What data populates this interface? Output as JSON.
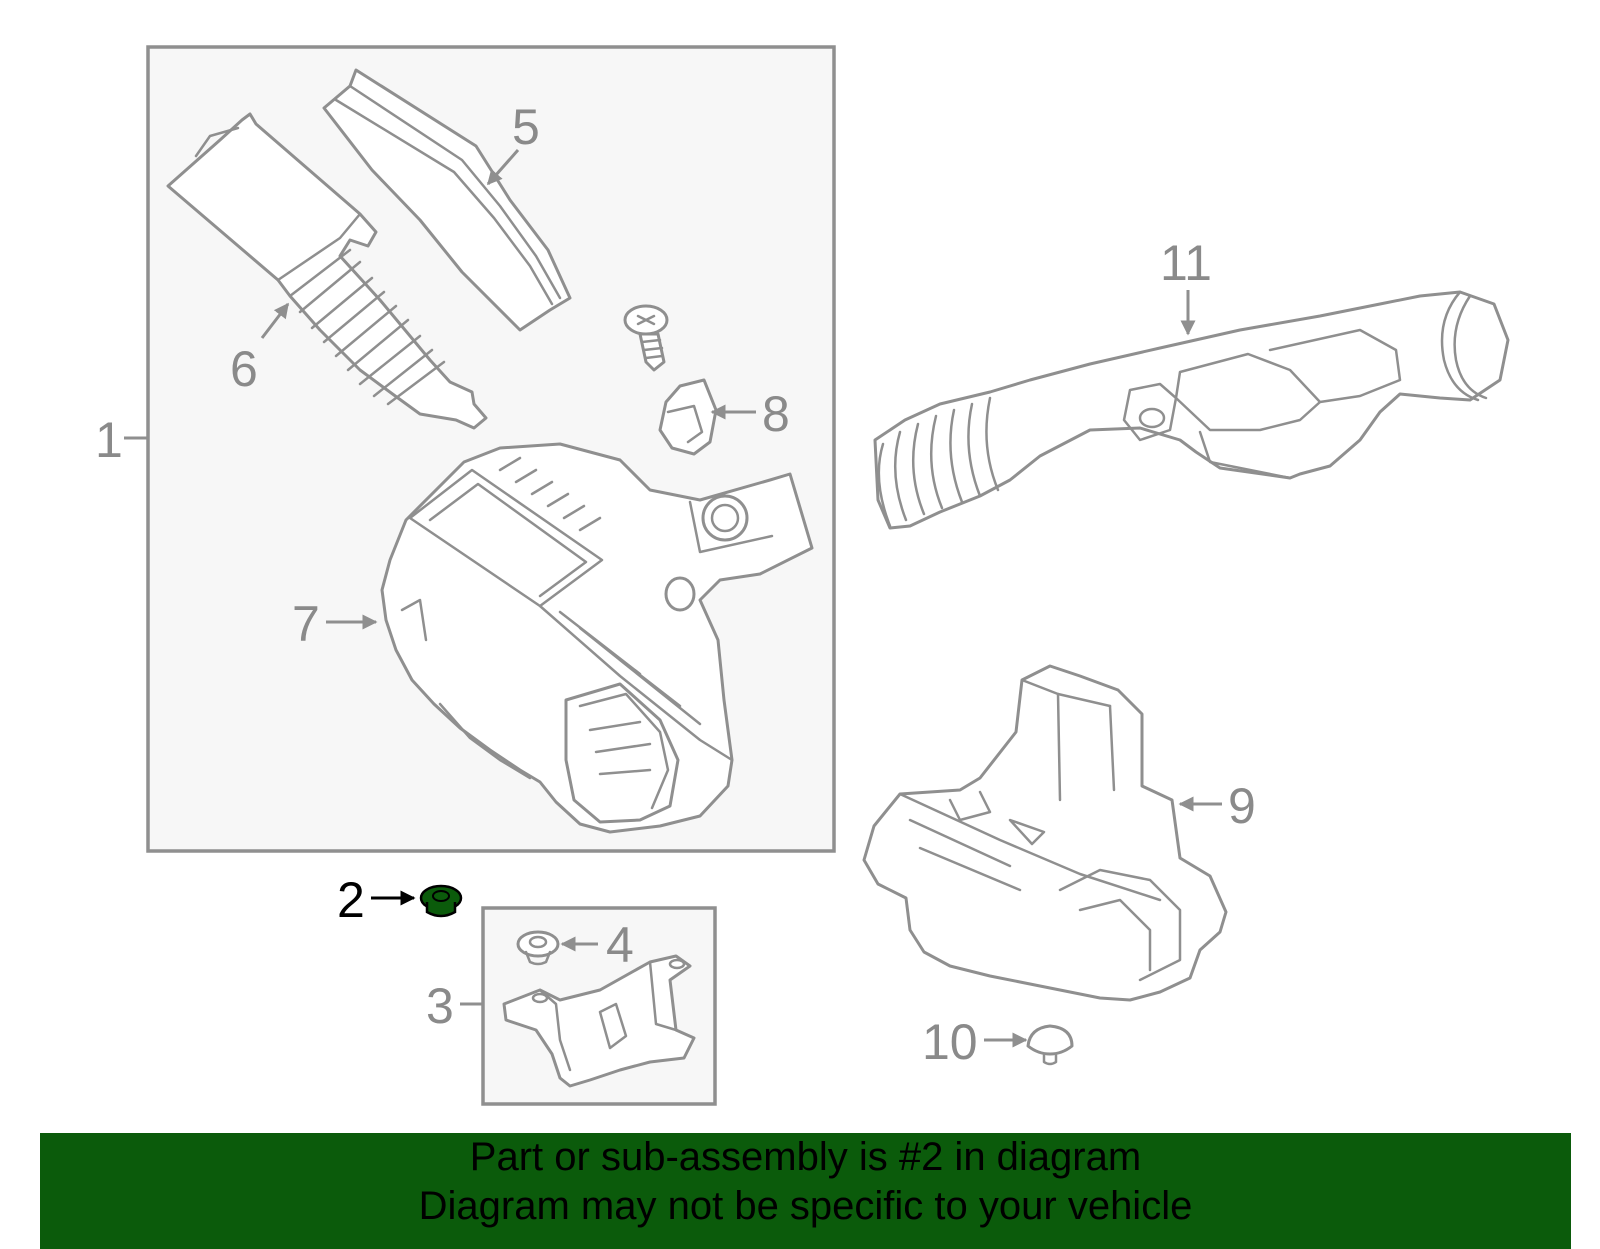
{
  "diagram": {
    "highlight_color": "#0b5b0b",
    "highlighted_part": "2",
    "callouts": {
      "c1": "1",
      "c2": "2",
      "c3": "3",
      "c4": "4",
      "c5": "5",
      "c6": "6",
      "c7": "7",
      "c8": "8",
      "c9": "9",
      "c10": "10",
      "c11": "11"
    }
  },
  "banner": {
    "line1": "Part or sub-assembly is #2 in diagram",
    "line2": "Diagram may not be specific to your vehicle",
    "background": "#0b5b0b"
  }
}
